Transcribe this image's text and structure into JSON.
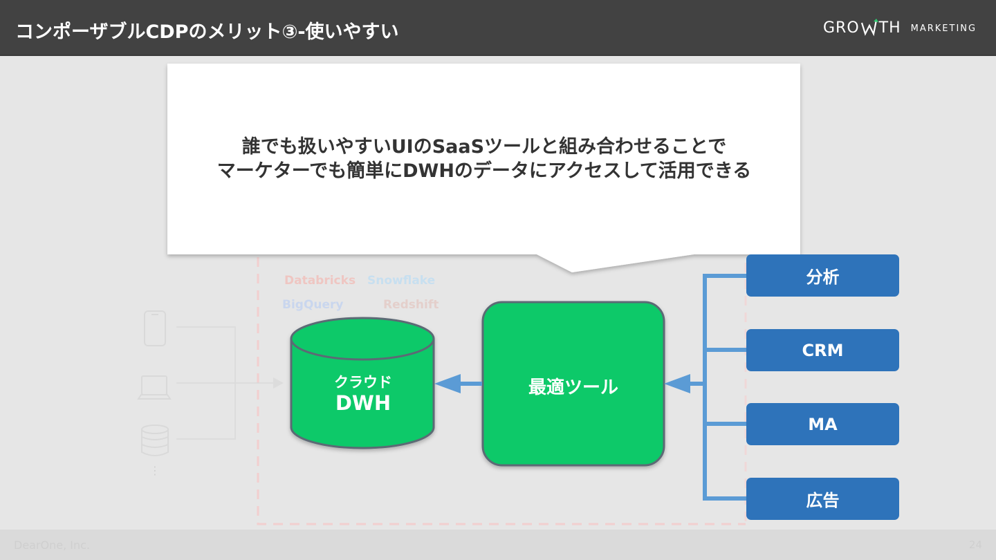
{
  "header": {
    "title": "コンポーザブルCDPのメリット③-使いやすい",
    "logo_main_left": "GRO",
    "logo_main_right": "TH",
    "logo_sub": "MARKETING"
  },
  "callout": {
    "line1": "誰でも扱いやすいUIのSaaSツールと組み合わせることで",
    "line2": "マーケターでも簡単にDWHのデータにアクセスして活用できる"
  },
  "dwh_products": {
    "databricks": "Databricks",
    "snowflake": "Snowflake",
    "bigquery": "BigQuery",
    "redshift": "Redshift"
  },
  "dwh": {
    "line1": "クラウド",
    "line2": "DWH"
  },
  "tool": {
    "label": "最適ツール"
  },
  "use_cases": [
    {
      "label": "分析"
    },
    {
      "label": "CRM"
    },
    {
      "label": "MA"
    },
    {
      "label": "広告"
    }
  ],
  "sources": {
    "more": "⋮"
  },
  "footer": {
    "company": "DearOne, Inc.",
    "page": "24"
  },
  "colors": {
    "header_bg": "#424242",
    "green": "#10c969",
    "blue": "#2e73ba",
    "connector_blue": "#5b9bd5",
    "dashed_frame": "#f2cfcf"
  }
}
